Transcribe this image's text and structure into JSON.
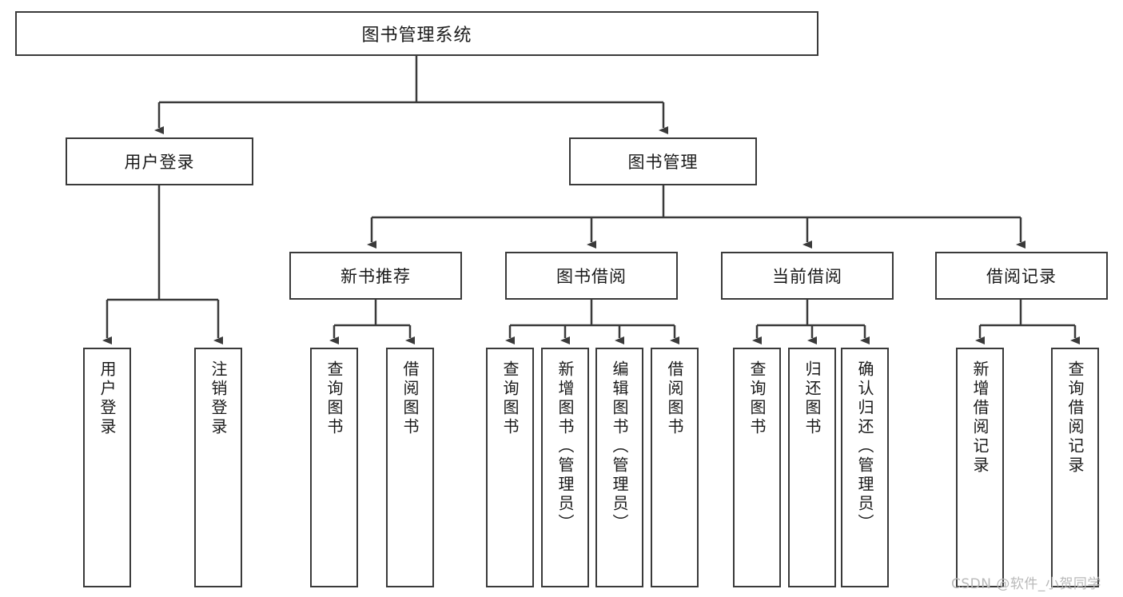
{
  "diagram": {
    "type": "tree",
    "root": {
      "label": "图书管理系统"
    },
    "level2": [
      {
        "label": "用户登录"
      },
      {
        "label": "图书管理"
      }
    ],
    "level3": [
      {
        "label": "新书推荐"
      },
      {
        "label": "图书借阅"
      },
      {
        "label": "当前借阅"
      },
      {
        "label": "借阅记录"
      }
    ],
    "leaves": [
      {
        "label": "用户登录",
        "parent": "用户登录"
      },
      {
        "label": "注销登录",
        "parent": "用户登录"
      },
      {
        "label": "查询图书",
        "parent": "新书推荐"
      },
      {
        "label": "借阅图书",
        "parent": "新书推荐"
      },
      {
        "label": "查询图书",
        "parent": "图书借阅"
      },
      {
        "label": "新增图书（管理员）",
        "parent": "图书借阅"
      },
      {
        "label": "编辑图书（管理员）",
        "parent": "图书借阅"
      },
      {
        "label": "借阅图书",
        "parent": "图书借阅"
      },
      {
        "label": "查询图书",
        "parent": "当前借阅"
      },
      {
        "label": "归还图书",
        "parent": "当前借阅"
      },
      {
        "label": "确认归还（管理员）",
        "parent": "当前借阅"
      },
      {
        "label": "新增借阅记录",
        "parent": "借阅记录"
      },
      {
        "label": "查询借阅记录",
        "parent": "借阅记录"
      }
    ]
  },
  "watermark": {
    "text": "CSDN @软件_小贺同学"
  },
  "colors": {
    "box_border": "#3a3a3a",
    "background": "#ffffff",
    "text": "#1a1a1a",
    "watermark": "#b9b9b9"
  }
}
